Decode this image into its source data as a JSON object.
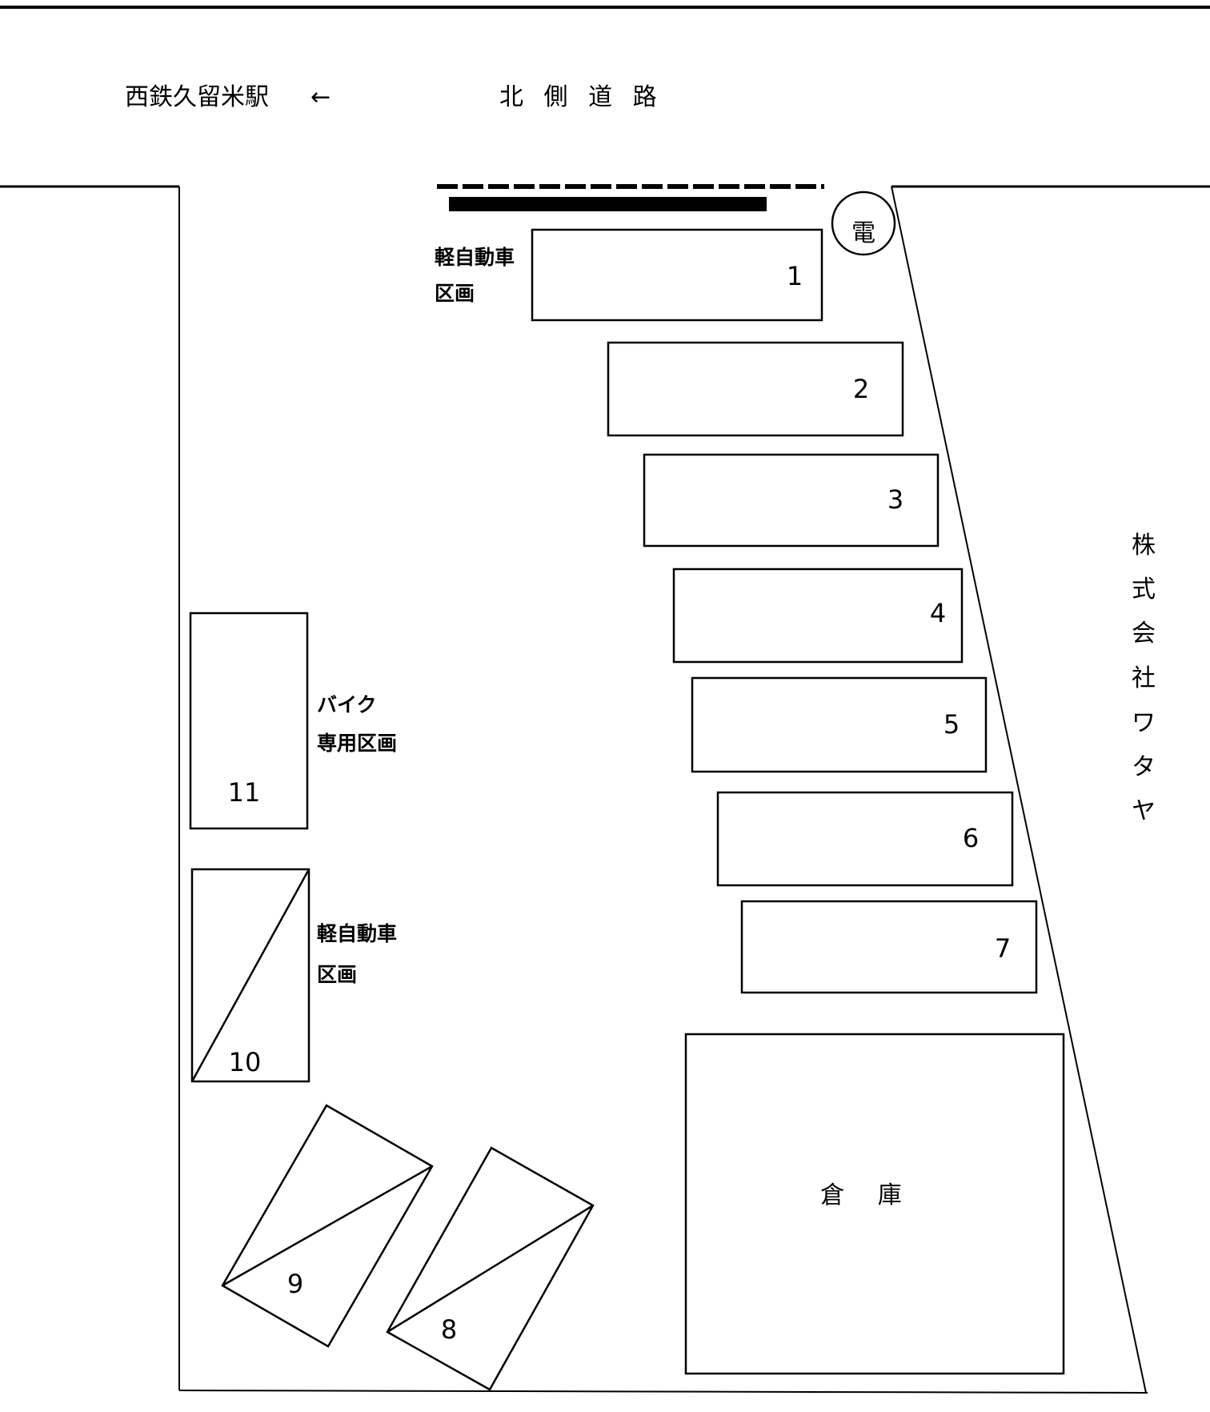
{
  "station_label": "西鉄久留米駅",
  "arrow": "←",
  "road_label": "北 側 道 路",
  "pole_label": "電",
  "kei_label_top": [
    "軽自動車",
    "区画"
  ],
  "bike_label": [
    "バイク",
    "専用区画"
  ],
  "kei_label_left": [
    "軽自動車",
    "区画"
  ],
  "warehouse_label": "倉 庫",
  "company_label": [
    "株",
    "式",
    "会",
    "社",
    "ワ",
    "タ",
    "ヤ"
  ],
  "spaces": [
    "1",
    "2",
    "3",
    "4",
    "5",
    "6",
    "7",
    "8",
    "9",
    "10",
    "11"
  ]
}
